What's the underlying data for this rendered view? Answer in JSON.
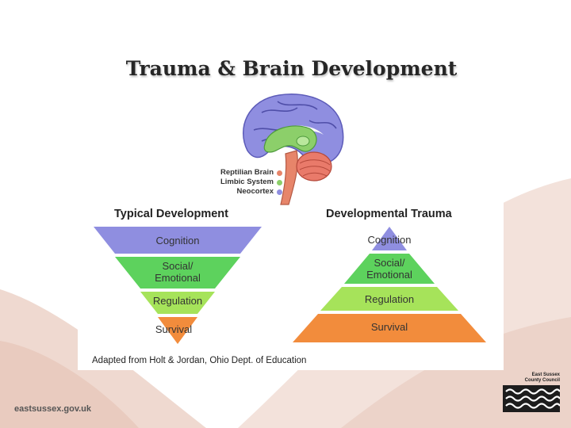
{
  "title": "Trauma & Brain Development",
  "legend": [
    {
      "label": "Reptilian Brain",
      "color": "#e7856a"
    },
    {
      "label": "Limbic System",
      "color": "#8ccf6a"
    },
    {
      "label": "Neocortex",
      "color": "#8f8ee0"
    }
  ],
  "typical": {
    "heading": "Typical Development",
    "tiers": [
      {
        "label": "Cognition",
        "color": "#8f8ee0"
      },
      {
        "label": "Social/ Emotional",
        "line1": "Social/",
        "line2": "Emotional",
        "color": "#5dd25d"
      },
      {
        "label": "Regulation",
        "color": "#a6e35a"
      },
      {
        "label": "Survival",
        "color": "#f28c3c"
      }
    ]
  },
  "trauma": {
    "heading": "Developmental Trauma",
    "tiers": [
      {
        "label": "Cognition",
        "color": "#8f8ee0"
      },
      {
        "label": "Social/ Emotional",
        "line1": "Social/",
        "line2": "Emotional",
        "color": "#5dd25d"
      },
      {
        "label": "Regulation",
        "color": "#a6e35a"
      },
      {
        "label": "Survival",
        "color": "#f28c3c"
      }
    ]
  },
  "caption": {
    "prefix": "Adapted from",
    "source": "Holt & Jordan, Ohio Dept. of Education"
  },
  "footer": {
    "url": "eastsussex.gov.uk",
    "council_line1": "East Sussex",
    "council_line2": "County Council"
  }
}
